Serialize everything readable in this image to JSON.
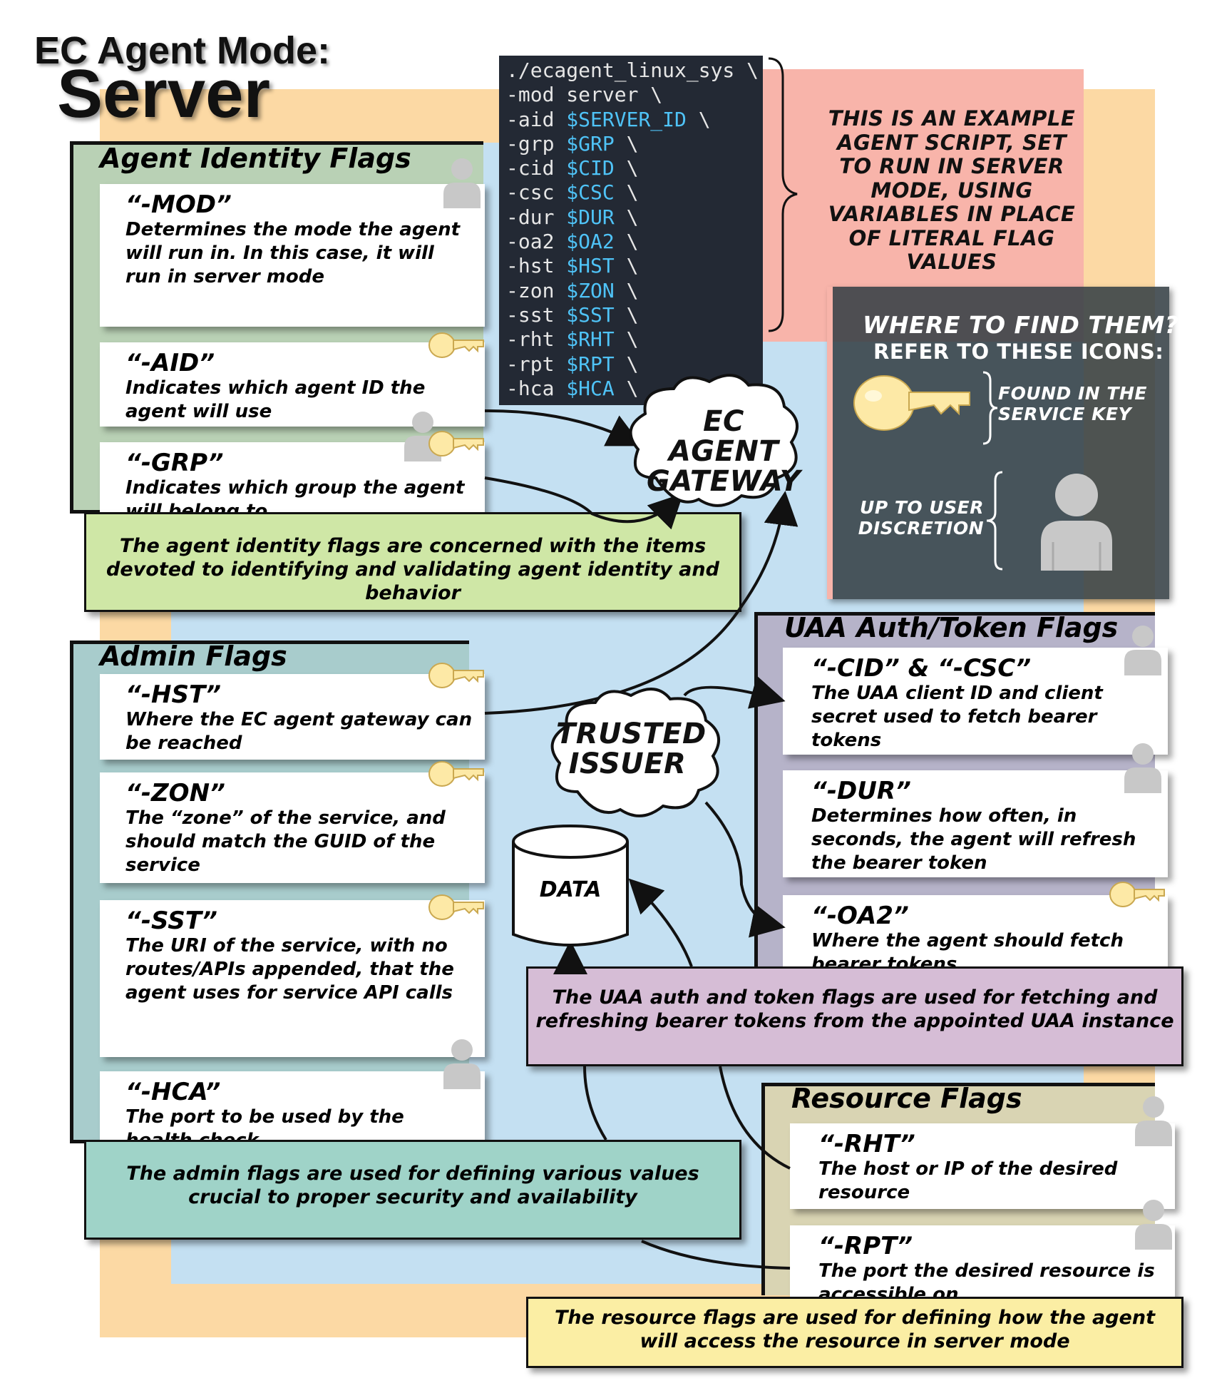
{
  "title": {
    "line1": "EC Agent Mode:",
    "line2": "Server"
  },
  "script": {
    "lines": [
      {
        "text": "./ecagent_linux_sys \\",
        "var": ""
      },
      {
        "text": "-mod server \\",
        "var": ""
      },
      {
        "text": "-aid ",
        "var": "$SERVER_ID"
      },
      {
        "text": "-grp ",
        "var": "$GRP"
      },
      {
        "text": "-cid ",
        "var": "$CID"
      },
      {
        "text": "-csc ",
        "var": "$CSC"
      },
      {
        "text": "-dur ",
        "var": "$DUR"
      },
      {
        "text": "-oa2 ",
        "var": "$OA2"
      },
      {
        "text": "-hst ",
        "var": "$HST"
      },
      {
        "text": "-zon ",
        "var": "$ZON"
      },
      {
        "text": "-sst ",
        "var": "$SST"
      },
      {
        "text": "-rht ",
        "var": "$RHT"
      },
      {
        "text": "-rpt ",
        "var": "$RPT"
      },
      {
        "text": "-hca ",
        "var": "$HCA"
      }
    ],
    "note": "This is an example agent script, set to run in server mode, using variables in place of literal flag values"
  },
  "legend": {
    "title": "Where to find them?",
    "subtitle": "Refer to these icons:",
    "key_label": "Found in the service key",
    "user_label": "Up to user discretion"
  },
  "nodes": {
    "gateway": [
      "EC Agent",
      "Gateway"
    ],
    "issuer": [
      "Trusted",
      "Issuer"
    ],
    "data": "DATA"
  },
  "sections": {
    "identity": {
      "title": "Agent Identity Flags",
      "cards": [
        {
          "flag": "“-MOD”",
          "desc": "Determines the mode the agent will run in. In this case, it will run in server mode"
        },
        {
          "flag": "“-AID”",
          "desc": "Indicates which agent ID the agent will use"
        },
        {
          "flag": "“-GRP”",
          "desc": "Indicates which group the agent will belong to"
        }
      ],
      "summary": "The agent identity flags are concerned with the items devoted to identifying and validating agent identity and behavior"
    },
    "admin": {
      "title": "Admin Flags",
      "cards": [
        {
          "flag": "“-HST”",
          "desc": "Where the EC agent gateway can be reached"
        },
        {
          "flag": "“-ZON”",
          "desc": "The “zone” of the service, and should match the GUID of the service"
        },
        {
          "flag": "“-SST”",
          "desc": "The URI of the service, with no routes/APIs appended, that the agent uses for service API calls"
        },
        {
          "flag": "“-HCA”",
          "desc": "The port to be used by the health check"
        }
      ],
      "summary": "The admin flags are used for defining various values crucial to proper security and availability"
    },
    "uaa": {
      "title": "UAA Auth/Token Flags",
      "cards": [
        {
          "flag": "“-CID” & “-CSC”",
          "desc": "The UAA client ID and client secret used to fetch bearer tokens"
        },
        {
          "flag": "“-DUR”",
          "desc": "Determines how often, in seconds, the agent will refresh the bearer token"
        },
        {
          "flag": "“-OA2”",
          "desc": "Where the agent should fetch bearer tokens"
        }
      ],
      "summary": "The UAA auth and token flags are used for fetching and refreshing bearer tokens from the appointed UAA instance"
    },
    "resource": {
      "title": "Resource Flags",
      "cards": [
        {
          "flag": "“-RHT”",
          "desc": "The host or IP of the desired resource"
        },
        {
          "flag": "“-RPT”",
          "desc": "The port the desired resource is accessible on"
        }
      ],
      "summary": "The resource flags are used for defining how the agent will access the resource in server mode"
    }
  },
  "icons": {
    "key": "key-icon",
    "user": "user-icon"
  },
  "colors": {
    "orange_bg": "#fcd9a4",
    "blue_bg": "#c4e0f2",
    "pink": "#f8b4aa",
    "legend": "#4a5257",
    "identity": "#b9d1b5",
    "identity_summary": "#cfe7a6",
    "admin": "#a8cccc",
    "admin_summary": "#9fd3c8",
    "uaa": "#b6b3c9",
    "uaa_summary": "#d6bdd6",
    "resource": "#d9d4b3",
    "resource_summary": "#fbeea4",
    "code_bg": "#232934",
    "code_var": "#4fc3f7",
    "key": "#fde9a6"
  }
}
